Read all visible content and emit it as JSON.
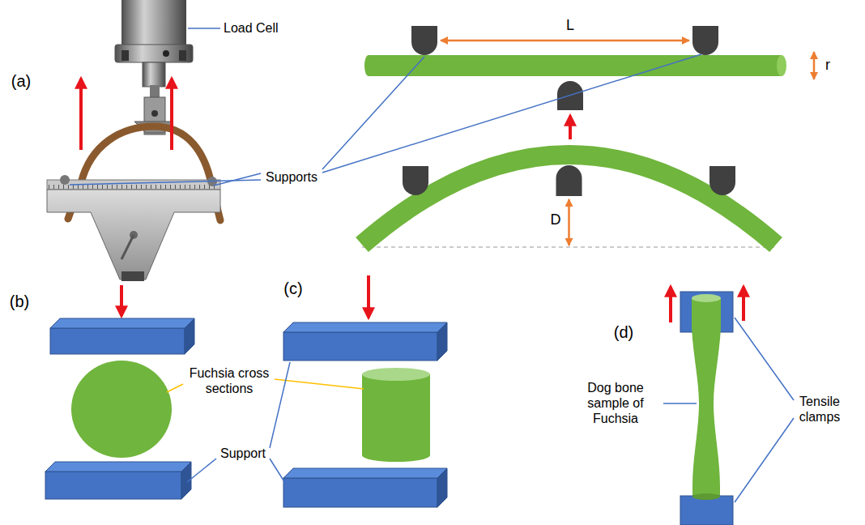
{
  "diagram": {
    "labels": [
      "(a)",
      "Load Cell",
      "L",
      "r",
      "Supports",
      "D",
      "(b)",
      "(c)",
      "Fuchsia cross sections",
      "Support",
      "(d)",
      "Dog bone sample of Fuchsia",
      "Tensile clamps"
    ]
  }
}
